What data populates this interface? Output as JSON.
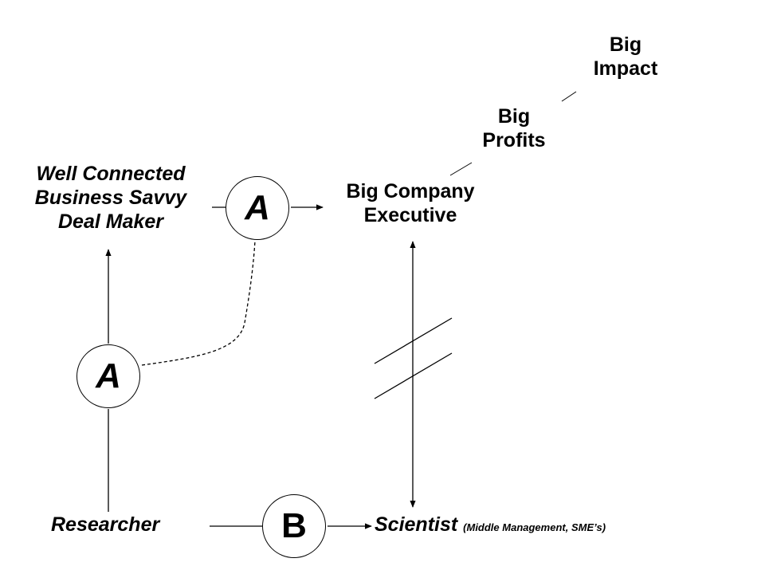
{
  "labels": {
    "big_impact": [
      "Big",
      "Impact"
    ],
    "big_profits": [
      "Big",
      "Profits"
    ],
    "executive": [
      "Big Company",
      "Executive"
    ],
    "deal_maker": [
      "Well Connected",
      "Business Savvy",
      "Deal Maker"
    ],
    "researcher": "Researcher",
    "scientist": "Scientist",
    "scientist_note": "(Middle Management, SME’s)"
  },
  "nodes": {
    "a_top": "A",
    "a_bottom": "A",
    "b": "B"
  },
  "colors": {
    "ink": "#000000",
    "background": "#ffffff"
  }
}
